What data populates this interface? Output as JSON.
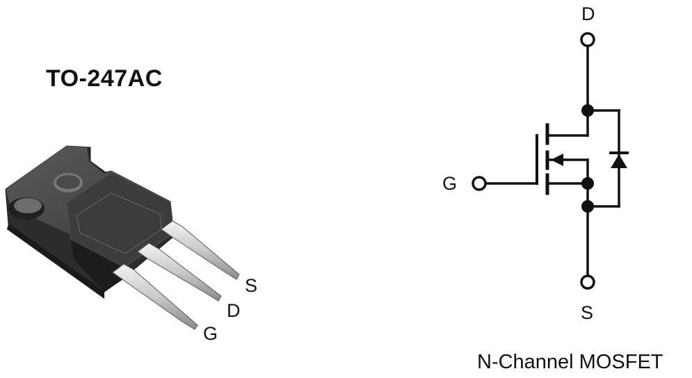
{
  "package": {
    "title": "TO-247AC",
    "pin_labels": {
      "source": "S",
      "drain": "D",
      "gate": "G"
    }
  },
  "schematic": {
    "terminal_labels": {
      "drain": "D",
      "gate": "G",
      "source": "S"
    },
    "caption": "N-Channel MOSFET"
  }
}
